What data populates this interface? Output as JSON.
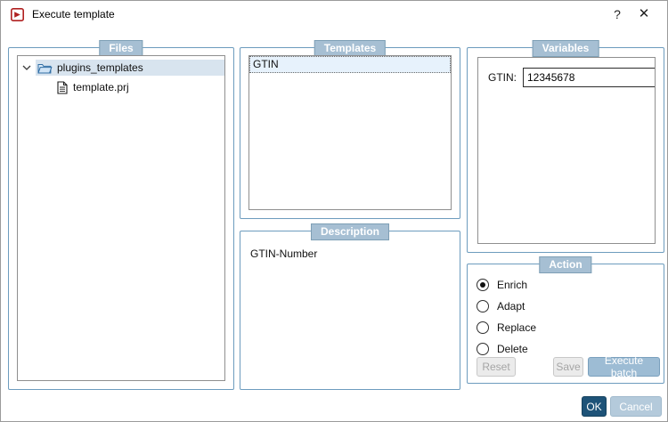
{
  "window": {
    "title": "Execute template",
    "help_label": "?",
    "close_label": "✕"
  },
  "files": {
    "label": "Files",
    "tree": [
      {
        "name": "plugins_templates",
        "type": "folder",
        "expanded": true,
        "selected": true
      },
      {
        "name": "template.prj",
        "type": "file",
        "selected": false
      }
    ]
  },
  "templates": {
    "label": "Templates",
    "items": [
      {
        "name": "GTIN",
        "selected": true
      }
    ]
  },
  "description": {
    "label": "Description",
    "text": "GTIN-Number"
  },
  "variables": {
    "label": "Variables",
    "fields": [
      {
        "name": "GTIN:",
        "value": "12345678"
      }
    ]
  },
  "action": {
    "label": "Action",
    "options": [
      {
        "label": "Enrich",
        "selected": true
      },
      {
        "label": "Adapt",
        "selected": false
      },
      {
        "label": "Replace",
        "selected": false
      },
      {
        "label": "Delete",
        "selected": false
      }
    ],
    "reset_label": "Reset",
    "save_label": "Save",
    "execute_label": "Execute batch"
  },
  "footer": {
    "ok_label": "OK",
    "cancel_label": "Cancel"
  },
  "colors": {
    "group_border": "#6d9cbe",
    "badge_bg": "#a6bfd3",
    "tree_selection_bg": "#d8e4ef",
    "list_selection_bg": "#e7f2fc",
    "execute_button_bg": "#9dbcd4",
    "ok_button_bg": "#1e5378",
    "cancel_button_bg": "#b4cadb",
    "app_icon_red": "#b02020"
  }
}
